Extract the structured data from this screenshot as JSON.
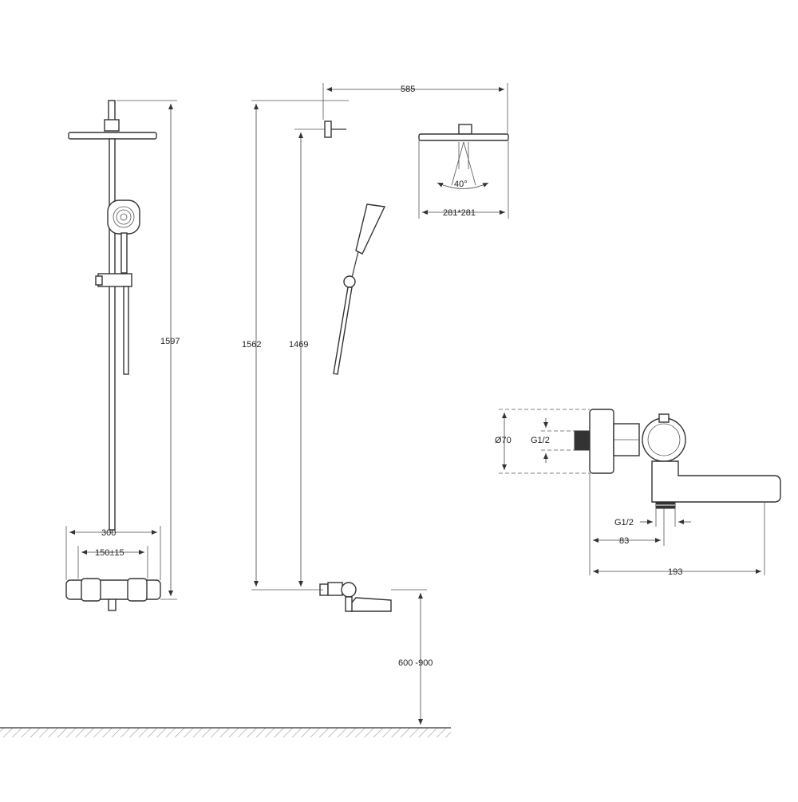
{
  "dimensions": {
    "height_front": "1597",
    "width_top": "585",
    "height_overall_side": "1562",
    "height_slide_side": "1469",
    "head_size": "281*281",
    "spray_angle": "40°",
    "bar_width": "300",
    "inlet_spacing": "150±15",
    "mount_height": "600 -900",
    "mixer_diameter": "Ø70",
    "thread_top": "G1/2",
    "thread_bottom": "G1/2",
    "mixer_depth": "83",
    "spout_length": "193"
  }
}
